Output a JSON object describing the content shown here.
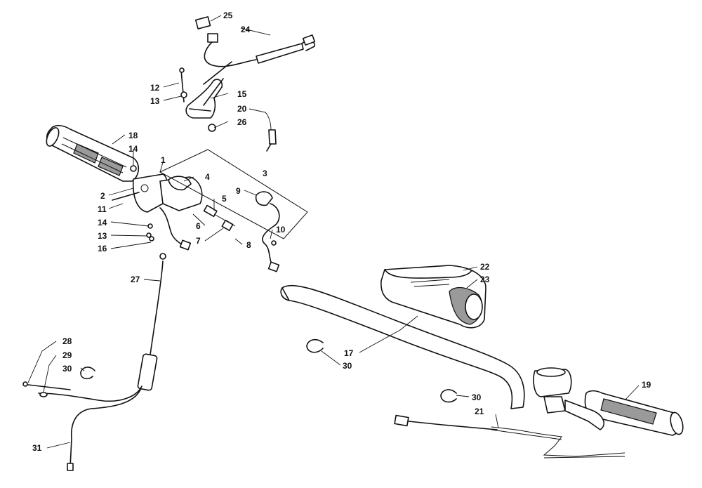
{
  "callouts": [
    {
      "id": "c25a",
      "text": "25"
    },
    {
      "id": "c24",
      "text": "24"
    },
    {
      "id": "c12",
      "text": "12"
    },
    {
      "id": "c13a",
      "text": "13"
    },
    {
      "id": "c15",
      "text": "15"
    },
    {
      "id": "c20",
      "text": "20"
    },
    {
      "id": "c26",
      "text": "26"
    },
    {
      "id": "c18",
      "text": "18"
    },
    {
      "id": "c14a",
      "text": "14"
    },
    {
      "id": "c1",
      "text": "1"
    },
    {
      "id": "c4",
      "text": "4"
    },
    {
      "id": "c3",
      "text": "3"
    },
    {
      "id": "c9",
      "text": "9"
    },
    {
      "id": "c2",
      "text": "2"
    },
    {
      "id": "c11",
      "text": "11"
    },
    {
      "id": "c5",
      "text": "5"
    },
    {
      "id": "c14b",
      "text": "14"
    },
    {
      "id": "c6",
      "text": "6"
    },
    {
      "id": "c10",
      "text": "10"
    },
    {
      "id": "c13b",
      "text": "13"
    },
    {
      "id": "c7",
      "text": "7"
    },
    {
      "id": "c8",
      "text": "8"
    },
    {
      "id": "c16",
      "text": "16"
    },
    {
      "id": "c22",
      "text": "22"
    },
    {
      "id": "c23",
      "text": "23"
    },
    {
      "id": "c27",
      "text": "27"
    },
    {
      "id": "c17",
      "text": "17"
    },
    {
      "id": "c30a",
      "text": "30"
    },
    {
      "id": "c28",
      "text": "28"
    },
    {
      "id": "c29",
      "text": "29"
    },
    {
      "id": "c30b",
      "text": "30"
    },
    {
      "id": "c19",
      "text": "19"
    },
    {
      "id": "c30c",
      "text": "30"
    },
    {
      "id": "c21",
      "text": "21"
    },
    {
      "id": "c31",
      "text": "31"
    }
  ]
}
